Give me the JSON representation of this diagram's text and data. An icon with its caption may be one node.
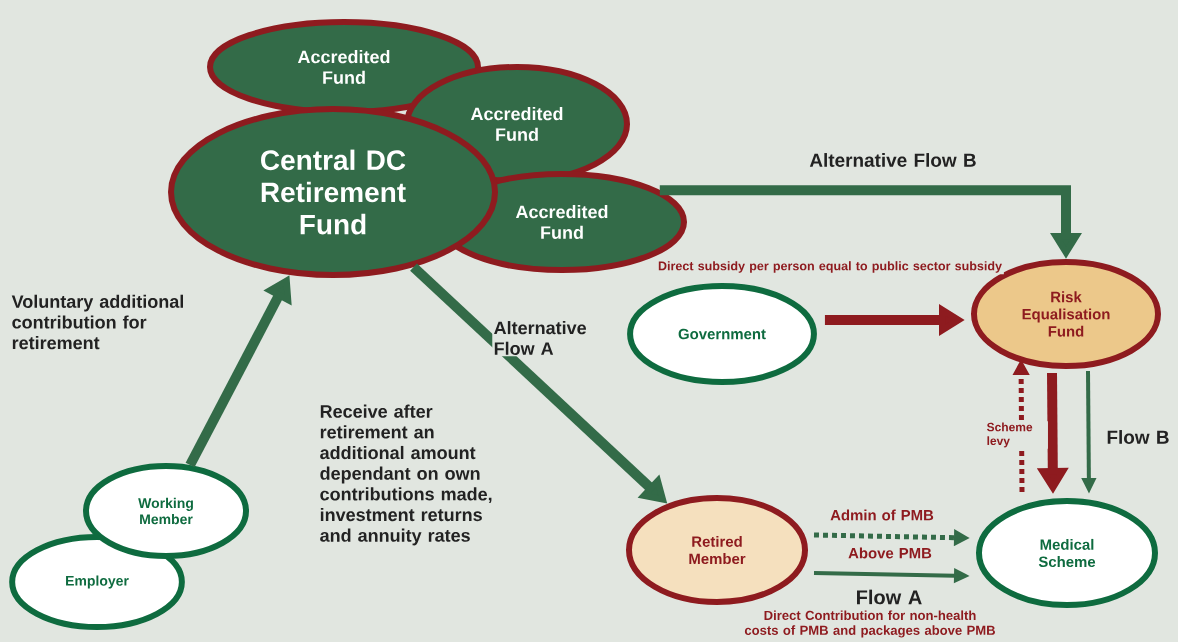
{
  "diagram": {
    "nodes": [
      {
        "text": [
          "Accredited Fund"
        ]
      },
      {
        "text": [
          "Accredited Fund"
        ]
      },
      {
        "text": [
          "Accredited Fund"
        ]
      },
      {
        "text": [
          "Central DC Retirement Fund"
        ]
      },
      {
        "text": [
          "Government"
        ]
      },
      {
        "text": [
          "Risk Equalisation Fund"
        ]
      },
      {
        "text": [
          "Working Member"
        ]
      },
      {
        "text": [
          "Employer"
        ]
      },
      {
        "text": [
          "Retired Member"
        ]
      },
      {
        "text": [
          "Medical Scheme"
        ]
      }
    ],
    "edges": [
      {
        "from": 6,
        "to": 3,
        "arrow": "to"
      },
      {
        "from": 3,
        "to": 8,
        "arrow": "to",
        "label": "Alternative Flow A"
      },
      {
        "from": 2,
        "to": 5,
        "arrow": "to",
        "label": "Alternative Flow B"
      },
      {
        "from": 4,
        "to": 5,
        "arrow": "to",
        "color": "#8e1b1f",
        "label": "Direct subsidy per person equal to public sector subsidy"
      },
      {
        "from": 5,
        "to": 9,
        "arrow": "to",
        "color": "#8e1b1f"
      },
      {
        "from": 5,
        "to": 9,
        "arrow": "to",
        "label": "Flow B"
      },
      {
        "from": 9,
        "to": 5,
        "arrow": "to",
        "style": "dashed",
        "color": "#8e1b1f",
        "label": "Scheme levy"
      },
      {
        "from": 8,
        "to": 9,
        "arrow": "to",
        "style": "dashed",
        "label": "Admin of PMB"
      },
      {
        "from": 8,
        "to": 9,
        "arrow": "to",
        "label": "Above PMB"
      }
    ],
    "labels": [
      "Voluntary additional contribution for retirement",
      "Receive after retirement an additional amount dependant on own contributions made, investment returns and annuity rates",
      "Flow A",
      "Direct Contribution for non-health costs of PMB and packages above PMB"
    ]
  }
}
